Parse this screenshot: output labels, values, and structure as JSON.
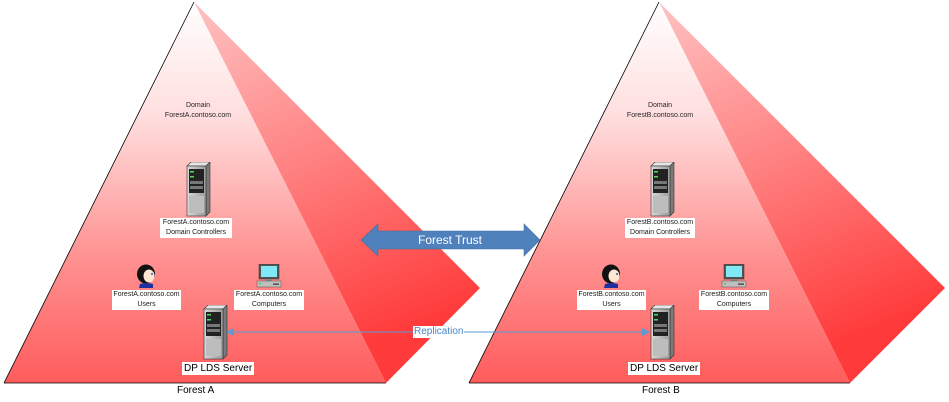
{
  "colors": {
    "pyramid_face_top": "#fff3f3",
    "pyramid_face_bottom": "#ff5a5a",
    "pyramid_side_top": "#ffb3b3",
    "pyramid_side_bottom": "#ff3b3b",
    "trust_arrow": "#4f81bd",
    "replication_line": "#5b9bd5"
  },
  "forests": [
    {
      "name": "Forest A",
      "domain": {
        "title": "Domain",
        "name": "ForestA.contoso.com"
      },
      "domain_controllers": {
        "line1": "ForestA.contoso.com",
        "line2": "Domain Controllers",
        "icon": "server-tower-icon"
      },
      "users": {
        "line1": "ForestA.contoso.com",
        "line2": "Users",
        "icon": "user-icon"
      },
      "computers": {
        "line1": "ForestA.contoso.com",
        "line2": "Computers",
        "icon": "computer-icon"
      },
      "server": {
        "label": "DP LDS Server",
        "icon": "server-tower-icon"
      }
    },
    {
      "name": "Forest B",
      "domain": {
        "title": "Domain",
        "name": "ForestB.contoso.com"
      },
      "domain_controllers": {
        "line1": "ForestB.contoso.com",
        "line2": "Domain Controllers",
        "icon": "server-tower-icon"
      },
      "users": {
        "line1": "ForestB.contoso.com",
        "line2": "Users",
        "icon": "user-icon"
      },
      "computers": {
        "line1": "ForestB.contoso.com",
        "line2": "Computers",
        "icon": "computer-icon"
      },
      "server": {
        "label": "DP LDS Server",
        "icon": "server-tower-icon"
      }
    }
  ],
  "connectors": {
    "trust": {
      "label": "Forest Trust",
      "direction": "bidirectional"
    },
    "replication": {
      "label": "Replication",
      "direction": "bidirectional"
    }
  }
}
